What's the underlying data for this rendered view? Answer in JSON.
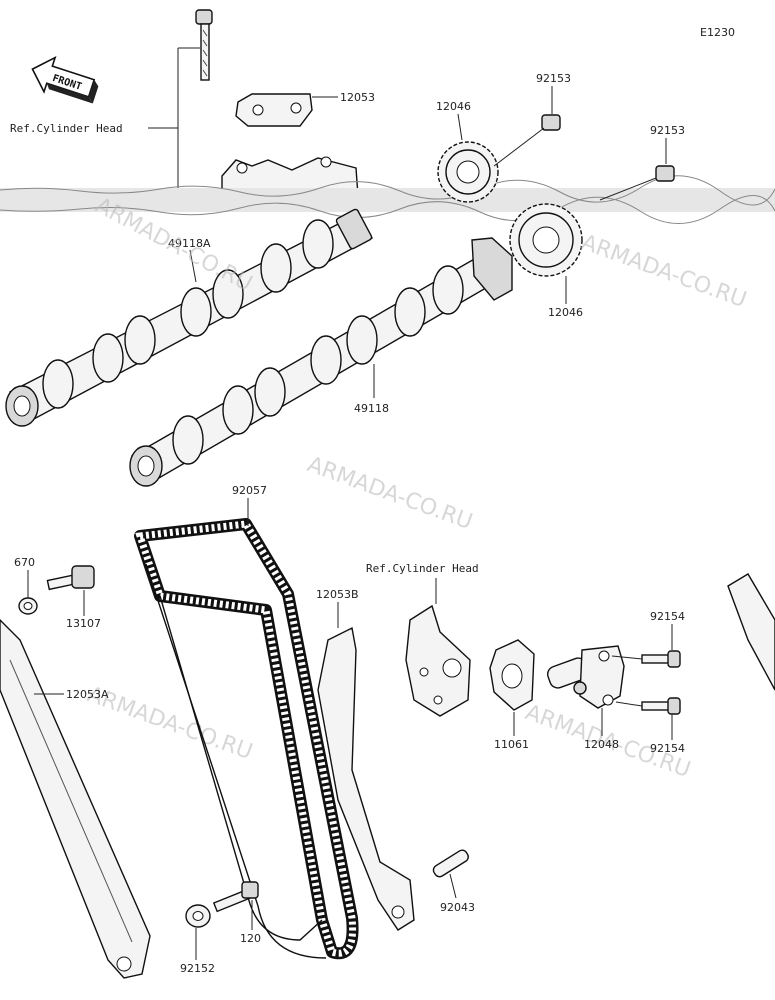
{
  "diagram_code": "E1230",
  "front_label": "FRONT",
  "ref_labels": {
    "top": "Ref.Cylinder Head",
    "mid": "Ref.Cylinder Head"
  },
  "watermark": "ARMADA-CO.RU",
  "parts": {
    "p12053": "12053",
    "p12046_top": "12046",
    "p92153_a": "92153",
    "p92153_b": "92153",
    "p49118A": "49118A",
    "p12046_bot": "12046",
    "p49118": "49118",
    "p92057": "92057",
    "p670": "670",
    "p13107": "13107",
    "p12053B": "12053B",
    "p92154_top": "92154",
    "p12053A": "12053A",
    "p11061": "11061",
    "p12048": "12048",
    "p92154_bot": "92154",
    "p92043": "92043",
    "p120": "120",
    "p92152": "92152"
  }
}
